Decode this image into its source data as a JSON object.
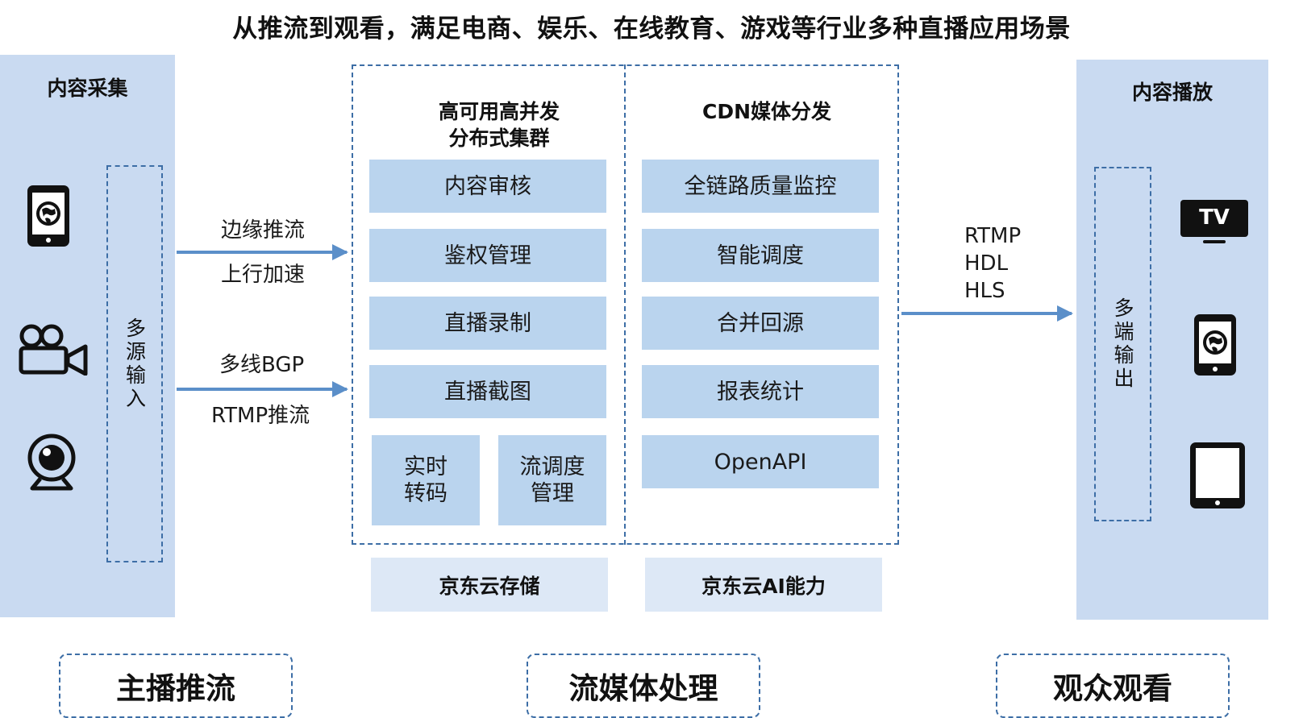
{
  "title": "从推流到观看，满足电商、娱乐、在线教育、游戏等行业多种直播应用场景",
  "left_panel": {
    "title": "内容采集",
    "vertical_label": "多源输入",
    "icons": [
      "smartphone-globe-icon",
      "video-camera-icon",
      "webcam-icon"
    ]
  },
  "arrow_labels": {
    "edge_push": "边缘推流",
    "uplink_accel": "上行加速",
    "multi_bgp": "多线BGP",
    "rtmp_push": "RTMP推流",
    "protocols": [
      "RTMP",
      "HDL",
      "HLS"
    ]
  },
  "cluster_column": {
    "title_line1": "高可用高并发",
    "title_line2": "分布式集群",
    "items": [
      "内容审核",
      "鉴权管理",
      "直播录制",
      "直播截图"
    ],
    "split_items": [
      {
        "line1": "实时",
        "line2": "转码"
      },
      {
        "line1": "流调度",
        "line2": "管理"
      }
    ]
  },
  "cdn_column": {
    "title": "CDN媒体分发",
    "items": [
      "全链路质量监控",
      "智能调度",
      "合并回源",
      "报表统计",
      "OpenAPI"
    ]
  },
  "support_boxes": {
    "storage": "京东云存储",
    "ai": "京东云AI能力"
  },
  "right_panel": {
    "title": "内容播放",
    "vertical_label": "多端输出",
    "tv_label": "TV",
    "icons": [
      "tv-icon",
      "smartphone-globe-icon",
      "tablet-icon"
    ]
  },
  "bottom_labels": {
    "anchor": "主播推流",
    "media": "流媒体处理",
    "audience": "观众观看"
  },
  "colors": {
    "panel": "#c9daf1",
    "item": "#bad4ee",
    "support": "#dde8f6",
    "arrow": "#5b8fc9",
    "dash": "#3d6ea6"
  }
}
